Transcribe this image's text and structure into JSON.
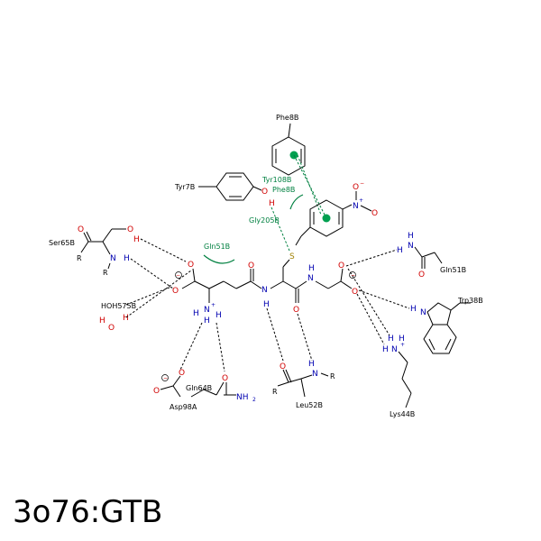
{
  "title": "3o76:GTB",
  "residues": {
    "phe8b_top": "Phe8B",
    "tyr7b": "Tyr7B",
    "tyr108b": "Tyr108B",
    "phe8b_mid": "Phe8B",
    "gly205b": "Gly205B",
    "gln51b_left": "Gln51B",
    "ser65b": "Ser65B",
    "hoh575b": "HOH575B",
    "gln64b": "Gln64B",
    "asp98a": "Asp98A",
    "leu52b": "Leu52B",
    "gln51b_right": "Gln51B",
    "trp38b": "Trp38B",
    "lys44b": "Lys44B"
  },
  "atoms": {
    "O": "O",
    "N": "N",
    "H": "H",
    "S": "S",
    "R": "R",
    "NH2": "NH",
    "plus": "+",
    "minus": "−",
    "sub2": "2"
  },
  "colors": {
    "oxygen": "#d00000",
    "nitrogen": "#0000b0",
    "sulfur": "#a08000",
    "interaction_green": "#008040",
    "bond": "#000000"
  }
}
